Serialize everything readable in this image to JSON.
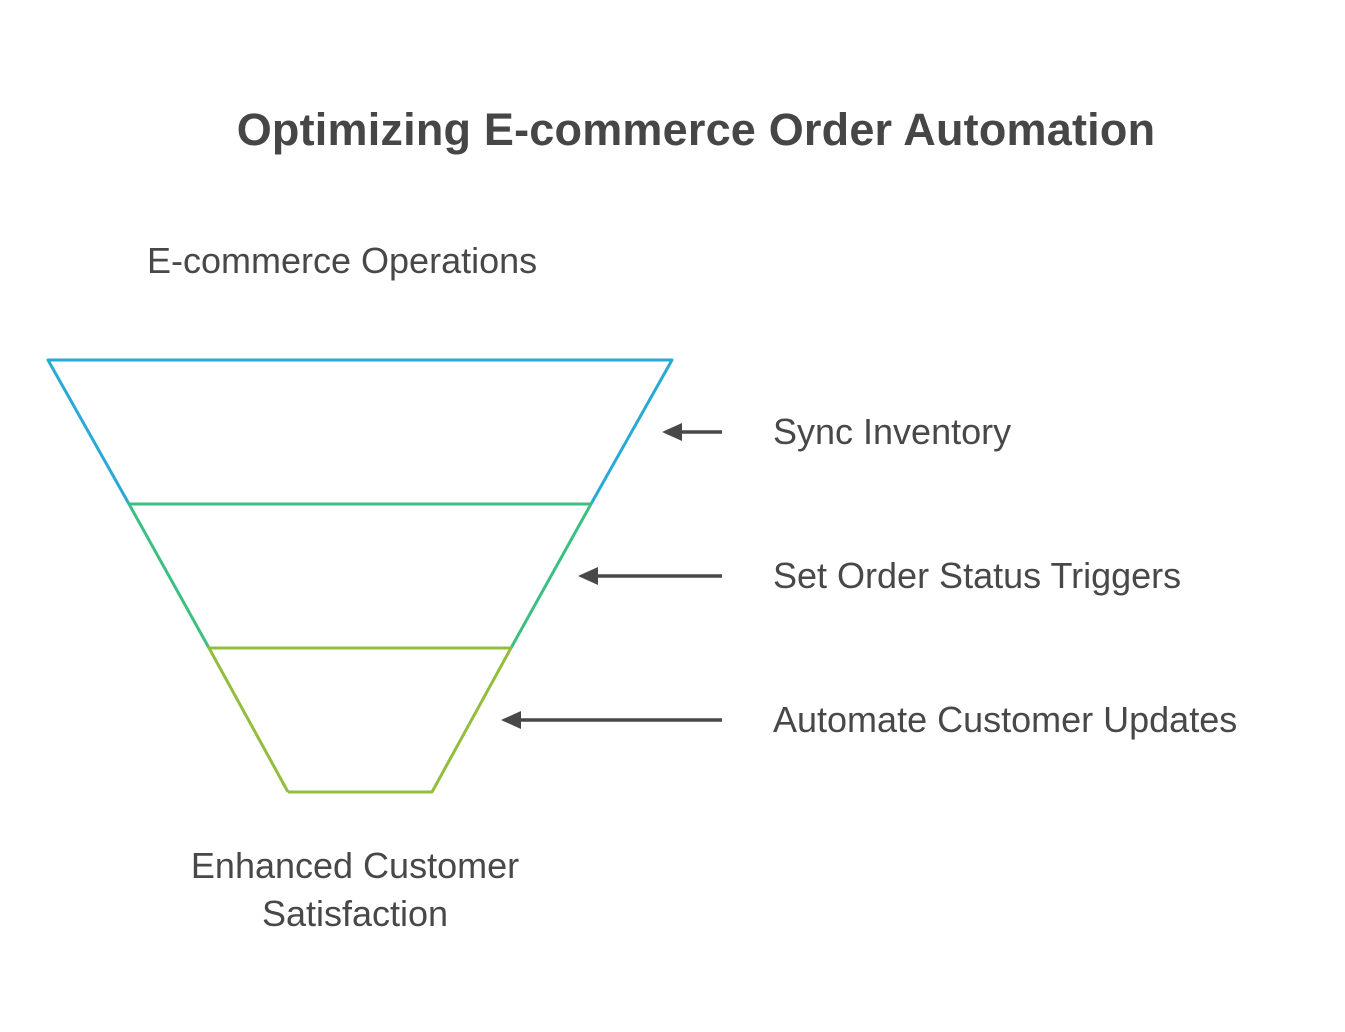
{
  "title": "Optimizing E-commerce Order Automation",
  "top_label": "E-commerce Operations",
  "bottom_label_lines": [
    "Enhanced Customer",
    "Satisfaction"
  ],
  "stages": [
    {
      "label": "Sync Inventory",
      "color": "#29a9d6"
    },
    {
      "label": "Set Order Status Triggers",
      "color": "#3dbf82"
    },
    {
      "label": "Automate Customer Updates",
      "color": "#93bd3c"
    }
  ],
  "arrow_color": "#484848"
}
